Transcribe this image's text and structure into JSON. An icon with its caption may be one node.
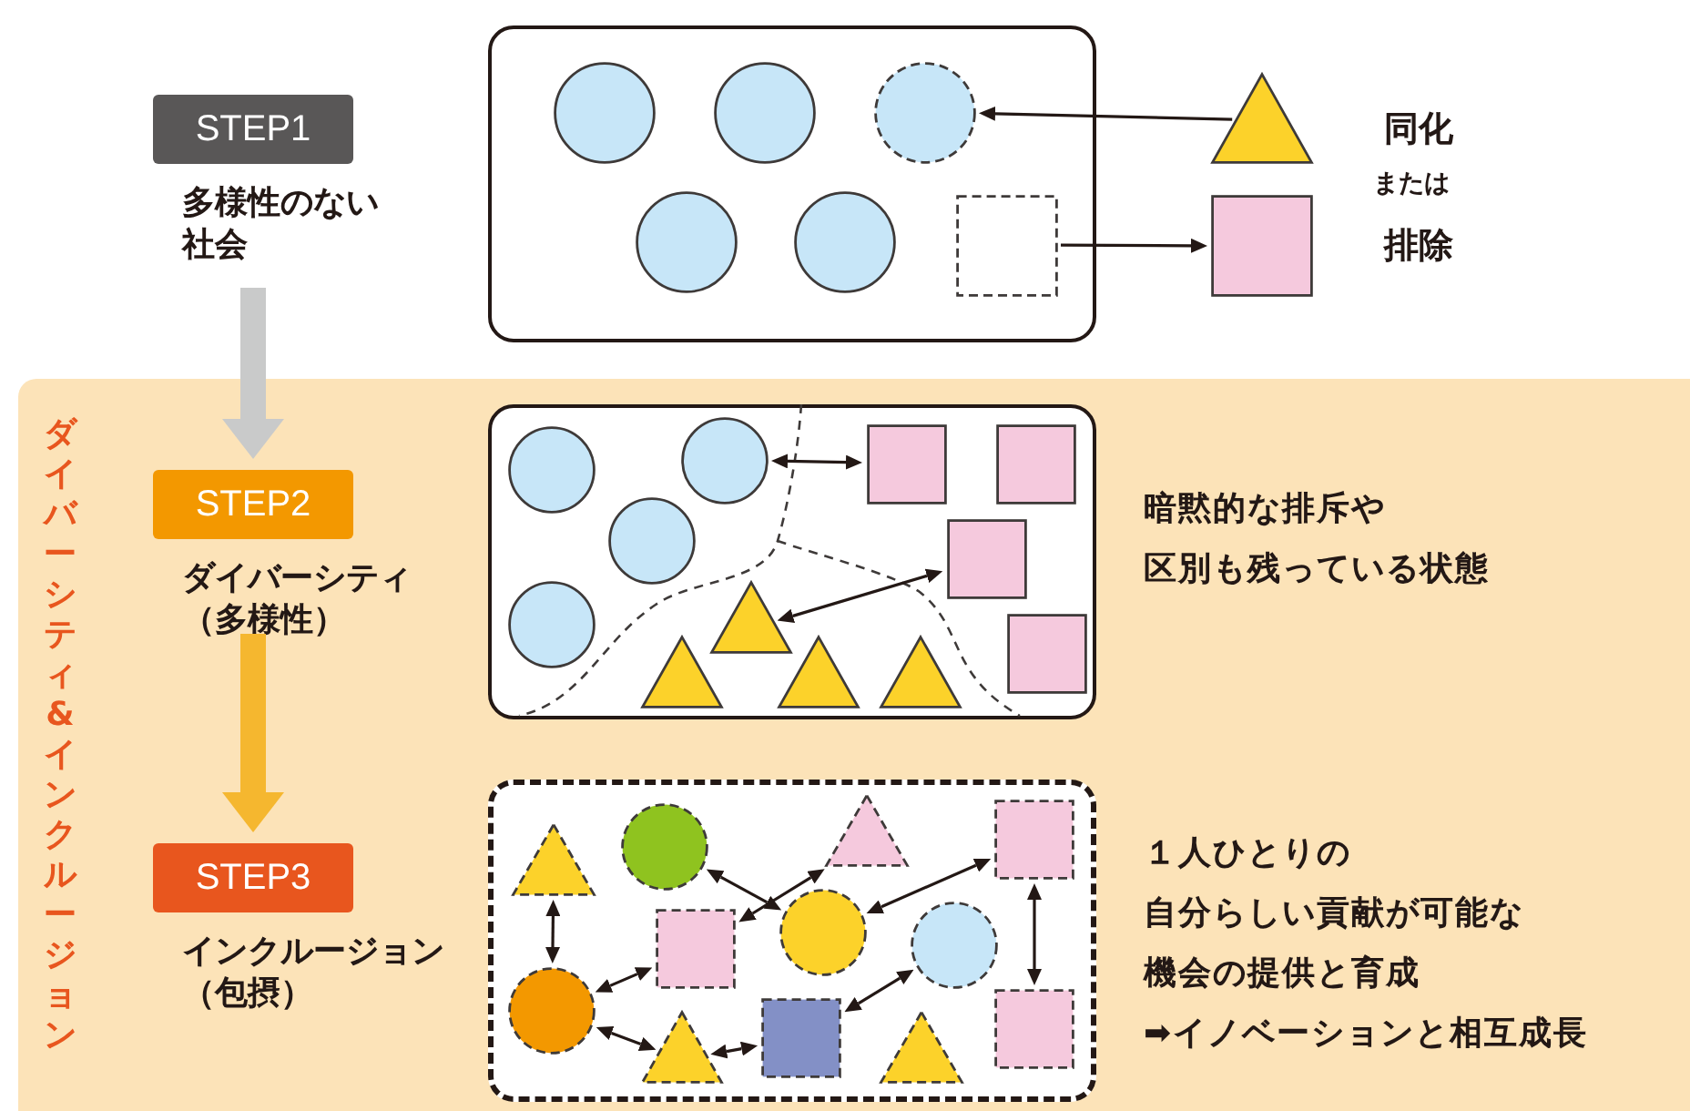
{
  "diagram": {
    "nodes": [
      {
        "text": [
          "STEP1",
          "多様性のない社会"
        ]
      },
      {
        "text": [],
        "shape": "box"
      },
      {
        "text": [],
        "shape": "circle",
        "in": 1
      },
      {
        "text": [],
        "shape": "circle",
        "in": 1
      },
      {
        "text": [],
        "shape": "circle",
        "in": 1
      },
      {
        "text": [],
        "shape": "circle",
        "in": 1
      },
      {
        "text": [],
        "shape": "circle",
        "in": 1
      },
      {
        "text": [],
        "shape": "box",
        "in": 1
      },
      {
        "text": [],
        "shape": "triangle"
      },
      {
        "text": [],
        "shape": "box"
      },
      {
        "text": [
          "ダイバーシティ&インクルージョン"
        ]
      },
      {
        "text": [
          "STEP2",
          "ダイバーシティ（多様性）"
        ],
        "in": 10
      },
      {
        "text": [],
        "shape": "box",
        "in": 10
      },
      {
        "text": [],
        "shape": "circle",
        "in": 12
      },
      {
        "text": [],
        "shape": "circle",
        "in": 12
      },
      {
        "text": [],
        "shape": "box",
        "in": 12
      },
      {
        "text": [],
        "shape": "box",
        "in": 12
      },
      {
        "text": [],
        "shape": "circle",
        "in": 12
      },
      {
        "text": [],
        "shape": "box",
        "in": 12
      },
      {
        "text": [],
        "shape": "triangle",
        "in": 12
      },
      {
        "text": [],
        "shape": "circle",
        "in": 12
      },
      {
        "text": [],
        "shape": "box",
        "in": 12
      },
      {
        "text": [],
        "shape": "triangle",
        "in": 12
      },
      {
        "text": [],
        "shape": "triangle",
        "in": 12
      },
      {
        "text": [],
        "shape": "triangle",
        "in": 12
      },
      {
        "text": [
          "STEP3",
          "インクルージョン（包摂）"
        ],
        "in": 10
      },
      {
        "text": [],
        "shape": "box",
        "in": 10
      },
      {
        "text": [],
        "shape": "triangle",
        "in": 26
      },
      {
        "text": [],
        "shape": "box",
        "in": 26
      },
      {
        "text": [],
        "shape": "triangle",
        "in": 26
      },
      {
        "text": [],
        "shape": "circle",
        "in": 26
      },
      {
        "text": [],
        "shape": "box",
        "in": 26
      },
      {
        "text": [],
        "shape": "circle",
        "in": 26
      },
      {
        "text": [],
        "shape": "circle",
        "in": 26
      },
      {
        "text": [],
        "shape": "circle",
        "in": 26
      },
      {
        "text": [],
        "shape": "box",
        "in": 26
      },
      {
        "text": [],
        "shape": "box",
        "in": 26
      },
      {
        "text": [],
        "shape": "triangle",
        "in": 26
      },
      {
        "text": [],
        "shape": "triangle",
        "in": 26
      }
    ],
    "edges": [
      {
        "from": 8,
        "to": 4,
        "arrow": "to"
      },
      {
        "from": 7,
        "to": 9,
        "arrow": "to"
      },
      {
        "from": 0,
        "to": 11,
        "arrow": "to",
        "style": "thick",
        "color": "#c9caca"
      },
      {
        "from": 11,
        "to": 25,
        "arrow": "to",
        "style": "thick",
        "color": "#f5b72f"
      },
      {
        "from": 14,
        "to": 15,
        "arrow": "both"
      },
      {
        "from": 19,
        "to": 18,
        "arrow": "both"
      },
      {
        "from": 29,
        "to": 34,
        "arrow": "both"
      },
      {
        "from": 30,
        "to": 32,
        "arrow": "both"
      },
      {
        "from": 31,
        "to": 27,
        "arrow": "both"
      },
      {
        "from": 34,
        "to": 31,
        "arrow": "both"
      },
      {
        "from": 32,
        "to": 28,
        "arrow": "both"
      },
      {
        "from": 34,
        "to": 37,
        "arrow": "both"
      },
      {
        "from": 37,
        "to": 36,
        "arrow": "both"
      },
      {
        "from": 36,
        "to": 33,
        "arrow": "both"
      },
      {
        "from": 28,
        "to": 35,
        "arrow": "both"
      }
    ],
    "labels": [
      "同化",
      "または",
      "排除",
      "暗黙的な排斥や",
      "区別も残っている状態",
      "１人ひとりの",
      "自分らしい貢献が可能な",
      "機会の提供と育成",
      "➡イノベーションと相互成長"
    ]
  }
}
